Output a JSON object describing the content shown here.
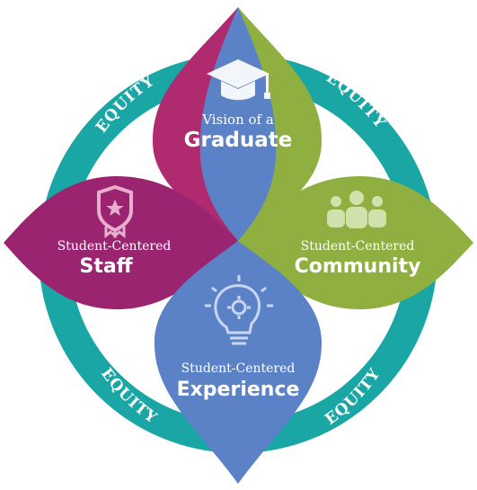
{
  "ring": {
    "label": "EQUITY",
    "labels": [
      "EQUITY",
      "EQUITY",
      "EQUITY",
      "EQUITY"
    ]
  },
  "pillars": {
    "graduate": {
      "line1": "Vision of a",
      "line2": "Graduate",
      "icon": "graduation-cap-icon"
    },
    "staff": {
      "line1": "Student-Centered",
      "line2": "Staff",
      "icon": "badge-icon"
    },
    "community": {
      "line1": "Student-Centered",
      "line2": "Community",
      "icon": "people-group-icon"
    },
    "experience": {
      "line1": "Student-Centered",
      "line2": "Experience",
      "icon": "lightbulb-gear-icon"
    }
  },
  "colors": {
    "ring": "#1aa6a5",
    "graduate": "#b02a6f",
    "staff": "#9b2470",
    "community": "#8fb041",
    "experience": "#5b82c7",
    "icon": "#ffffff"
  }
}
